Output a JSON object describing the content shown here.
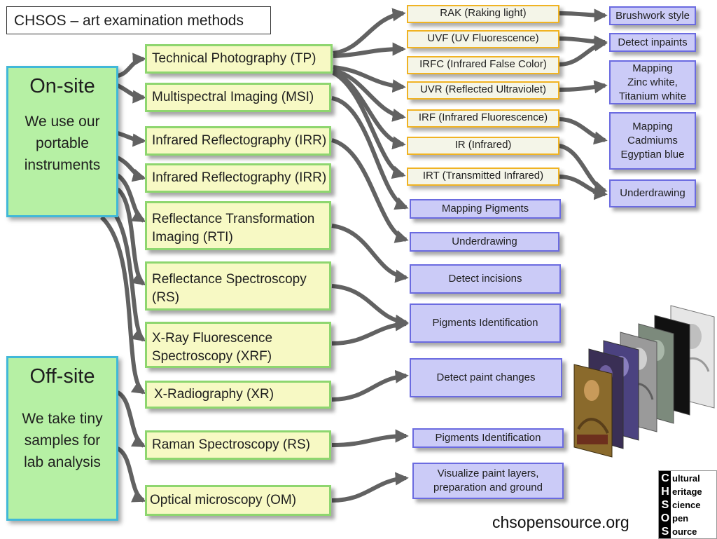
{
  "title": "CHSOS – art examination methods",
  "on_site": {
    "heading": "On-site",
    "lines": [
      "We use our",
      "portable",
      "instruments"
    ]
  },
  "off_site": {
    "heading": "Off-site",
    "lines": [
      "We take tiny",
      "samples for",
      "lab analysis"
    ]
  },
  "methods": {
    "tp": "Technical Photography (TP)",
    "msi": "Multispectral Imaging (MSI)",
    "irr1": "Infrared Reflectography (IRR)",
    "irr2": "Infrared Reflectography (IRR)",
    "rti": [
      "Reflectance Transformation",
      "Imaging (RTI)"
    ],
    "rs": [
      "Reflectance Spectroscopy",
      "(RS)"
    ],
    "xrf": [
      "X-Ray Fluorescence",
      "Spectroscopy (XRF)"
    ],
    "xr": "X-Radiography (XR)",
    "raman": "Raman Spectroscopy (RS)",
    "om": "Optical microscopy (OM)"
  },
  "tp_techniques": {
    "rak": "RAK (Raking light)",
    "uvf": "UVF (UV Fluorescence)",
    "irfc": "IRFC (Infrared False Color)",
    "uvr": "UVR (Reflected Ultraviolet)",
    "irf": "IRF (Infrared Fluorescence)",
    "ir": "IR (Infrared)",
    "irt": "IRT (Transmitted Infrared)"
  },
  "tp_results": {
    "brushwork": "Brushwork style",
    "inpaints": "Detect inpaints",
    "zinc": [
      "Mapping",
      "Zinc white,",
      "Titanium white"
    ],
    "cadmiums": [
      "Mapping",
      "Cadmiums",
      "Egyptian blue"
    ],
    "underdrawing": "Underdrawing"
  },
  "results": {
    "mapping_pigments": "Mapping Pigments",
    "underdrawing": "Underdrawing",
    "incisions": "Detect incisions",
    "pigments_id_1": "Pigments Identification",
    "paint_changes": "Detect paint changes",
    "pigments_id_2": "Pigments Identification",
    "paint_layers": [
      "Visualize paint layers,",
      "preparation and ground"
    ]
  },
  "logo": {
    "letters": [
      "C",
      "H",
      "S",
      "O",
      "S"
    ],
    "words": [
      "ultural",
      "eritage",
      "cience",
      "pen",
      "ource"
    ]
  },
  "website": "chsopensource.org",
  "colors": {
    "site_fill": "#b6f0a4",
    "site_border": "#41b8d8",
    "method_fill": "#f7f9c4",
    "method_border": "#8ed66f",
    "technique_fill": "#f4f5e8",
    "technique_border": "#f0b323",
    "result_fill": "#cbcbf7",
    "result_border": "#6b6be0",
    "arrow": "#5a5a5a"
  }
}
